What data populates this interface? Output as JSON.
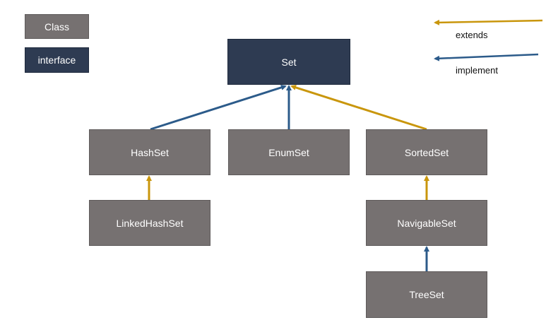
{
  "legend": {
    "class_label": "Class",
    "interface_label": "interface",
    "extends_label": "extends",
    "implement_label": "implement"
  },
  "colors": {
    "class_fill": "#767171",
    "interface_fill": "#2e3b52",
    "extends_arrow": "#c9960c",
    "implement_arrow": "#2c5b8a"
  },
  "nodes": {
    "set": "Set",
    "hashset": "HashSet",
    "enumset": "EnumSet",
    "sortedset": "SortedSet",
    "linkedhashset": "LinkedHashSet",
    "navigableset": "NavigableSet",
    "treeset": "TreeSet"
  },
  "relations": [
    {
      "from": "HashSet",
      "to": "Set",
      "kind": "implement"
    },
    {
      "from": "EnumSet",
      "to": "Set",
      "kind": "implement"
    },
    {
      "from": "SortedSet",
      "to": "Set",
      "kind": "extends"
    },
    {
      "from": "LinkedHashSet",
      "to": "HashSet",
      "kind": "extends"
    },
    {
      "from": "NavigableSet",
      "to": "SortedSet",
      "kind": "extends"
    },
    {
      "from": "TreeSet",
      "to": "NavigableSet",
      "kind": "implement"
    }
  ]
}
